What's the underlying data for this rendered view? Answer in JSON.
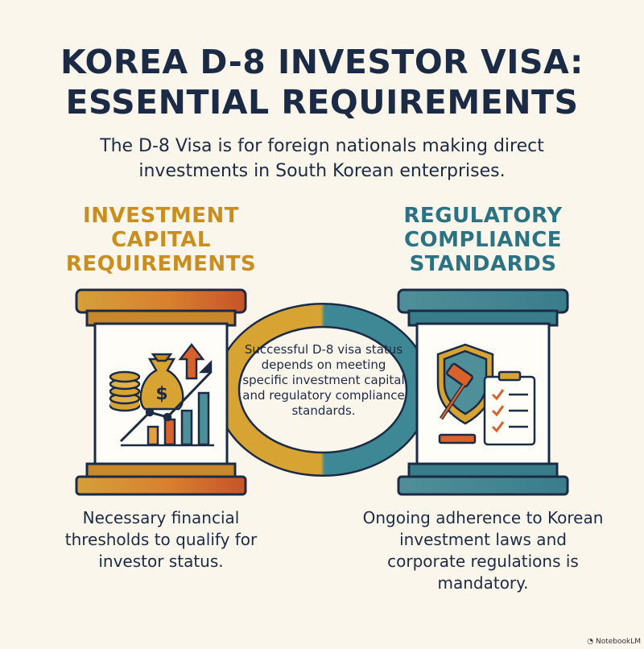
{
  "title_line1": "KOREA D-8 INVESTOR VISA:",
  "title_line2": "ESSENTIAL REQUIREMENTS",
  "subtitle": "The D-8 Visa is for foreign nationals making direct investments in South Korean enterprises.",
  "left_pillar": {
    "heading": "INVESTMENT CAPITAL REQUIREMENTS",
    "caption": "Necessary financial thresholds to qualify for investor status.",
    "icon": "money-bag-growth-chart-icon"
  },
  "right_pillar": {
    "heading": "REGULATORY COMPLIANCE STANDARDS",
    "caption": "Ongoing adherence to Korean investment laws and corporate regulations is mandatory.",
    "icon": "shield-gavel-checklist-icon"
  },
  "center_text": "Successful D-8 visa status depends on meeting specific investment capital and regulatory compliance standards.",
  "badge": "NotebookLM",
  "colors": {
    "gold": "#c98e1e",
    "orange": "#d9622a",
    "teal": "#2b7282",
    "navy": "#1c2b45",
    "background": "#fbf6ec"
  }
}
